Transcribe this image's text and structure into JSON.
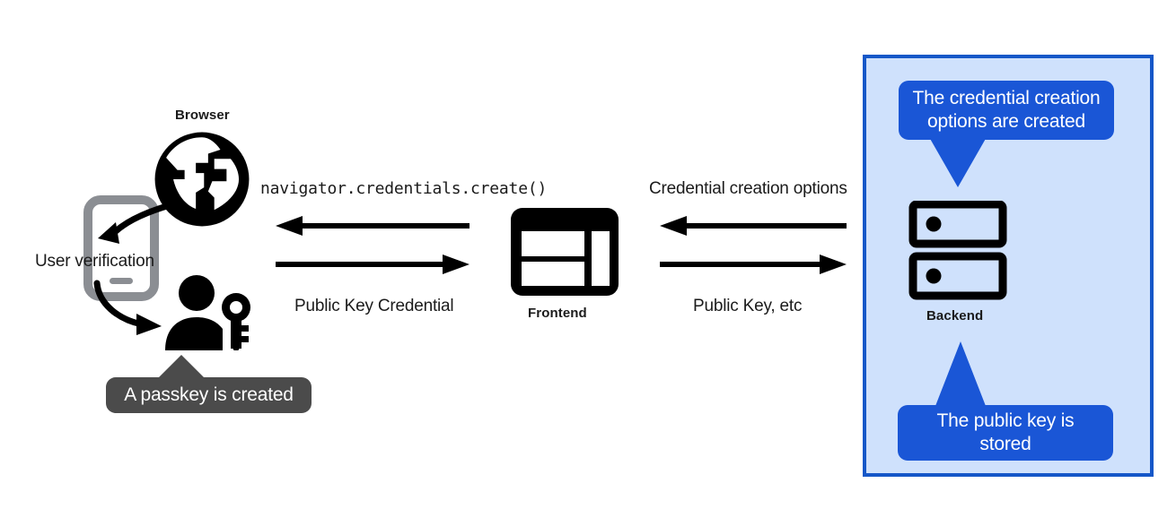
{
  "diagram": {
    "title_alt": "WebAuthn passkey registration flow",
    "colors": {
      "bubble_blue": "#1a56d6",
      "bubble_gray": "#4b4b4b",
      "panel_fill": "#cfe1fc",
      "panel_border": "#1557c8",
      "icon_black": "#000000",
      "phone_gray": "#8b8e93",
      "text": "#1b1b1b"
    }
  },
  "nodes": {
    "browser": {
      "label": "Browser",
      "icon": "globe-icon"
    },
    "phone": {
      "icon": "mobile-phone-icon"
    },
    "user_verification": {
      "label": "User verification"
    },
    "user_key": {
      "icon": "person-with-key-icon"
    },
    "frontend": {
      "label": "Frontend",
      "icon": "frontend-layout-icon"
    },
    "backend": {
      "label": "Backend",
      "icon": "server-rack-icon"
    }
  },
  "callouts": [
    {
      "id": "passkey-created",
      "text": "A passkey is created",
      "color": "gray"
    },
    {
      "id": "options-created",
      "line1": "The credential creation",
      "line2": "options are created",
      "color": "blue"
    },
    {
      "id": "public-key-stored",
      "line1": "The public key is",
      "line2": "stored",
      "color": "blue"
    }
  ],
  "flows": {
    "browser_frontend": {
      "top_label": "navigator.credentials.create()",
      "bottom_label": "Public Key Credential",
      "top_direction": "left",
      "bottom_direction": "right"
    },
    "frontend_backend": {
      "top_label": "Credential creation options",
      "bottom_label": "Public Key, etc",
      "top_direction": "left",
      "bottom_direction": "right"
    }
  }
}
